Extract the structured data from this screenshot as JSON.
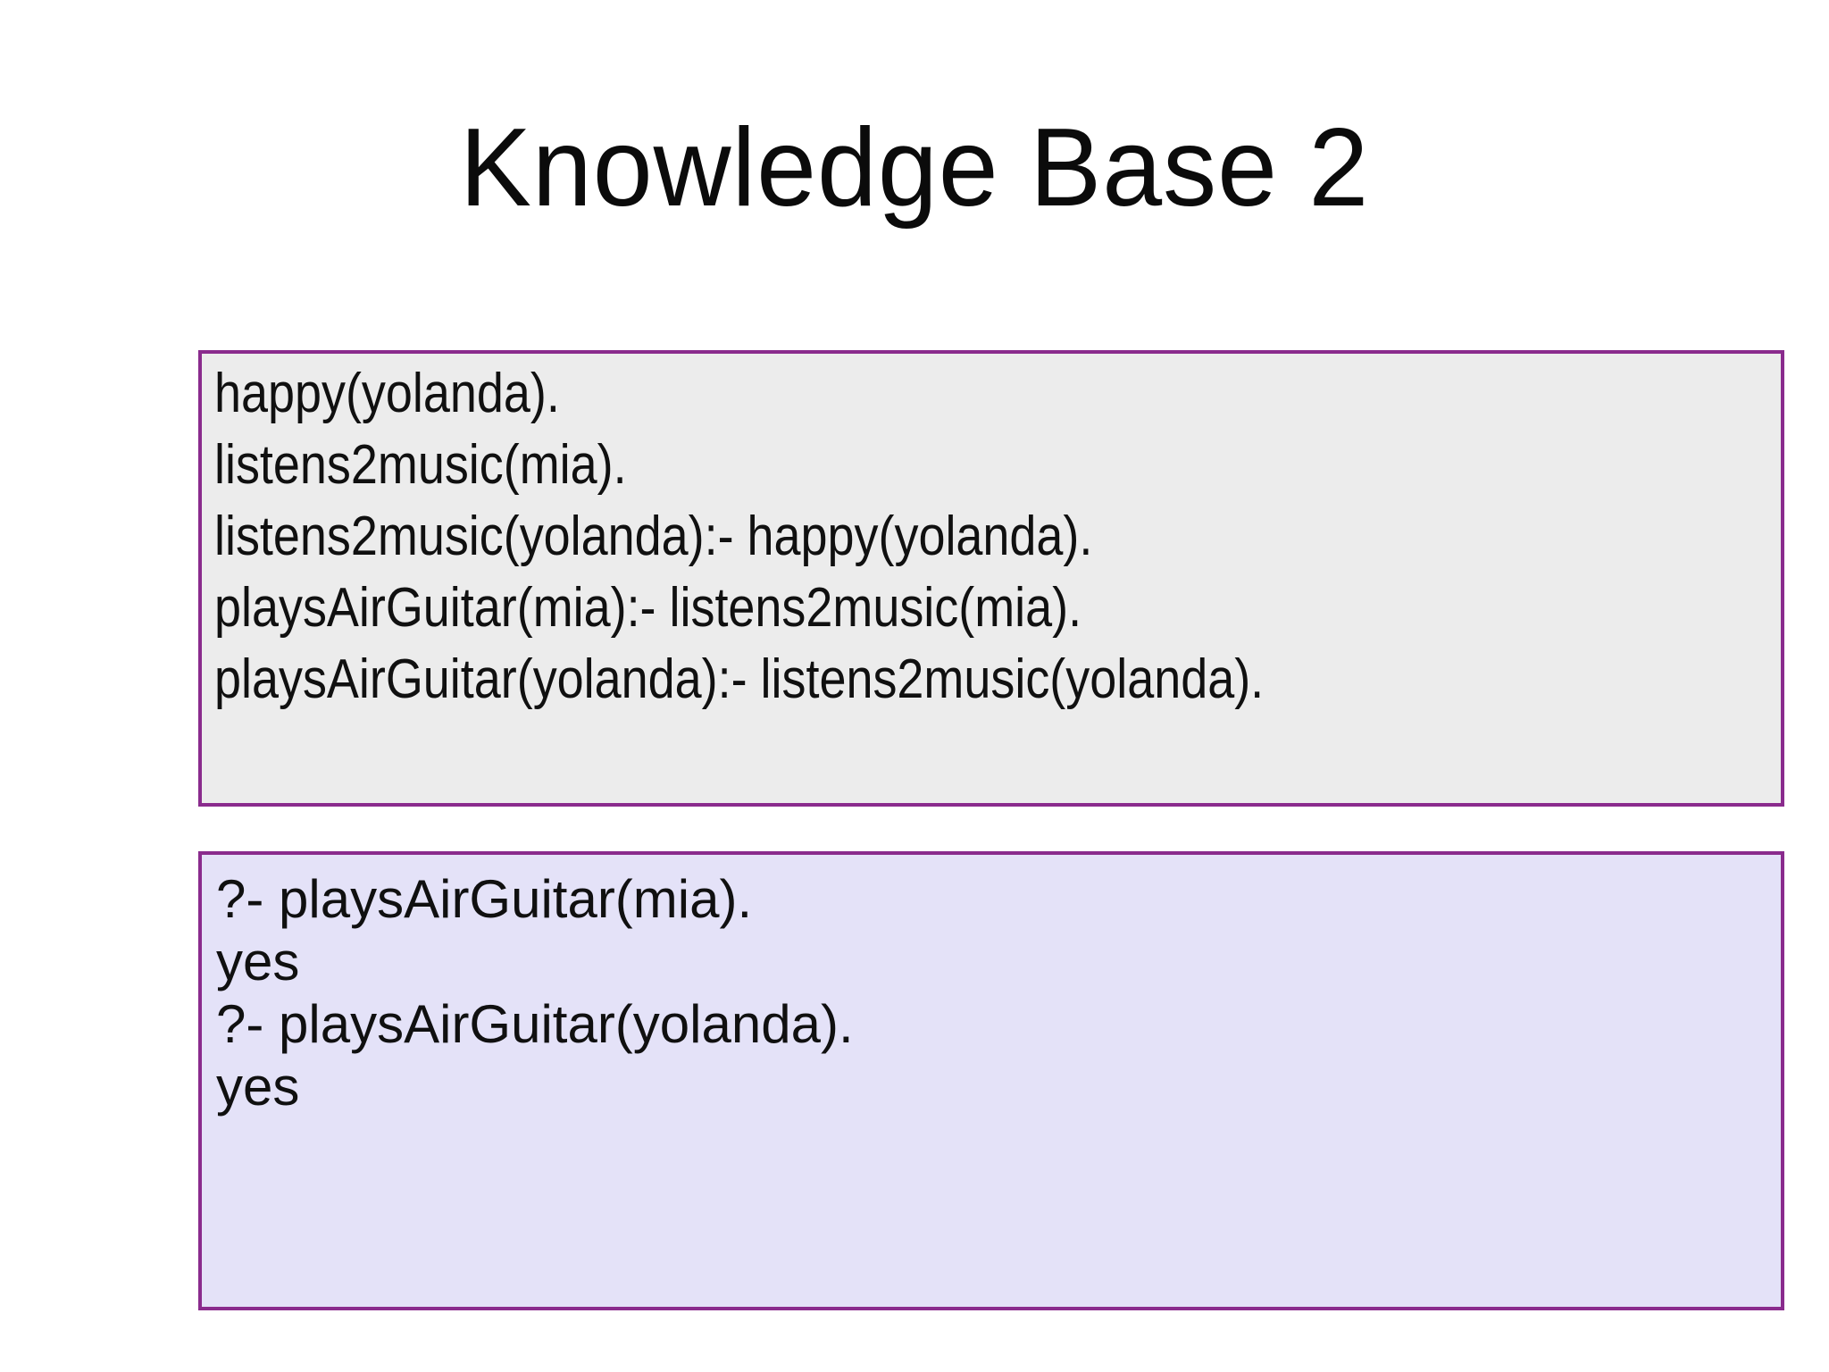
{
  "slide": {
    "title": "Knowledge Base 2",
    "knowledge_base_box": {
      "lines": [
        "happy(yolanda).",
        "listens2music(mia).",
        "listens2music(yolanda):- happy(yolanda).",
        "playsAirGuitar(mia):- listens2music(mia).",
        "playsAirGuitar(yolanda):- listens2music(yolanda)."
      ]
    },
    "query_box": {
      "lines": [
        "?- playsAirGuitar(mia).",
        "yes",
        "?- playsAirGuitar(yolanda).",
        "yes"
      ]
    },
    "colors": {
      "page_bg": "#FFFFFF",
      "kb_box_bg": "#ECECEC",
      "query_box_bg": "#E4E2F8",
      "box_border": "#8A2B8D",
      "title_color": "#0B0B0B",
      "body_text_color": "#101010"
    }
  }
}
